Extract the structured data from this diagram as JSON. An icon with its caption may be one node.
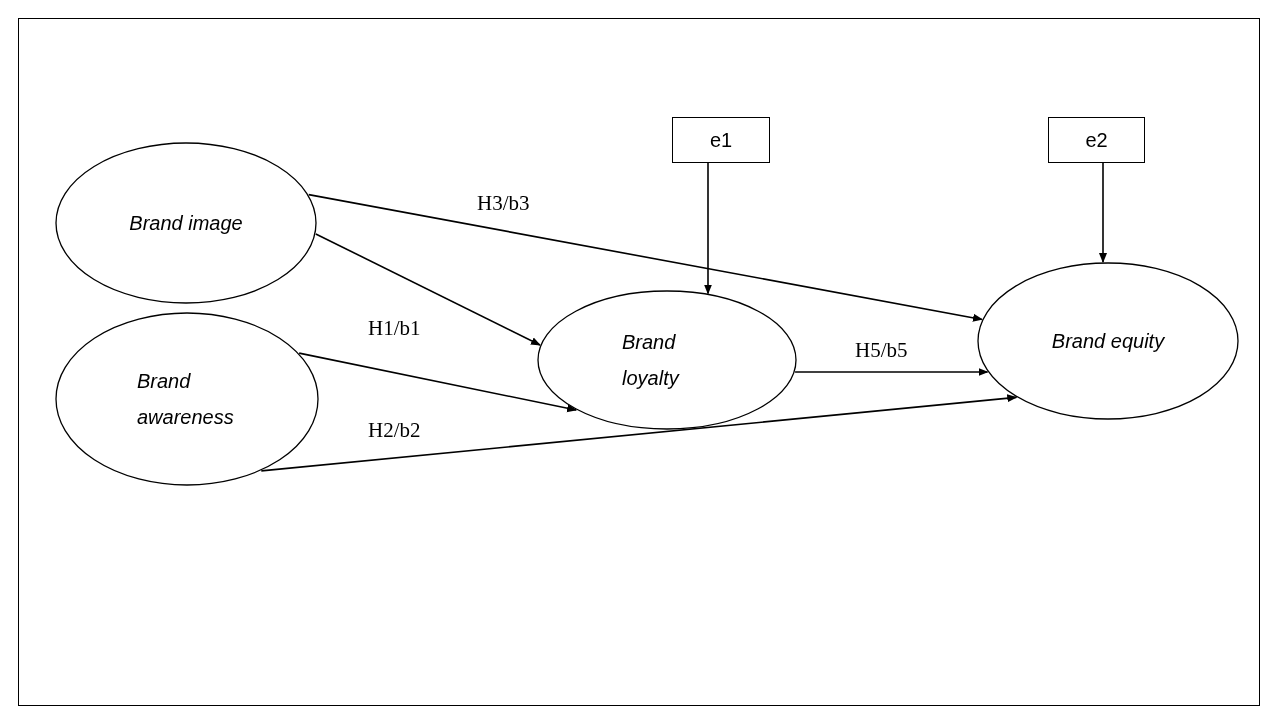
{
  "diagram": {
    "nodes": [
      {
        "text": [
          "Brand image"
        ]
      },
      {
        "text": [
          "Brand loyalty"
        ]
      },
      {
        "text": [
          "Brand equity"
        ]
      },
      {
        "text": [
          "Brand awareness"
        ]
      },
      {
        "text": [
          "e1"
        ]
      },
      {
        "text": [
          "e2"
        ]
      }
    ],
    "edges": [
      {
        "from": 0,
        "to": 2,
        "arrow": "to",
        "label": "H3/b3"
      },
      {
        "from": 0,
        "to": 1,
        "arrow": "to",
        "label": "H1/b1"
      },
      {
        "from": 3,
        "to": 1,
        "arrow": "to",
        "label": "H2/b2"
      },
      {
        "from": 1,
        "to": 2,
        "arrow": "to",
        "label": "H5/b5"
      },
      {
        "from": 3,
        "to": 2,
        "arrow": "to"
      },
      {
        "from": 4,
        "to": 1,
        "arrow": "to"
      },
      {
        "from": 5,
        "to": 2,
        "arrow": "to"
      }
    ]
  }
}
